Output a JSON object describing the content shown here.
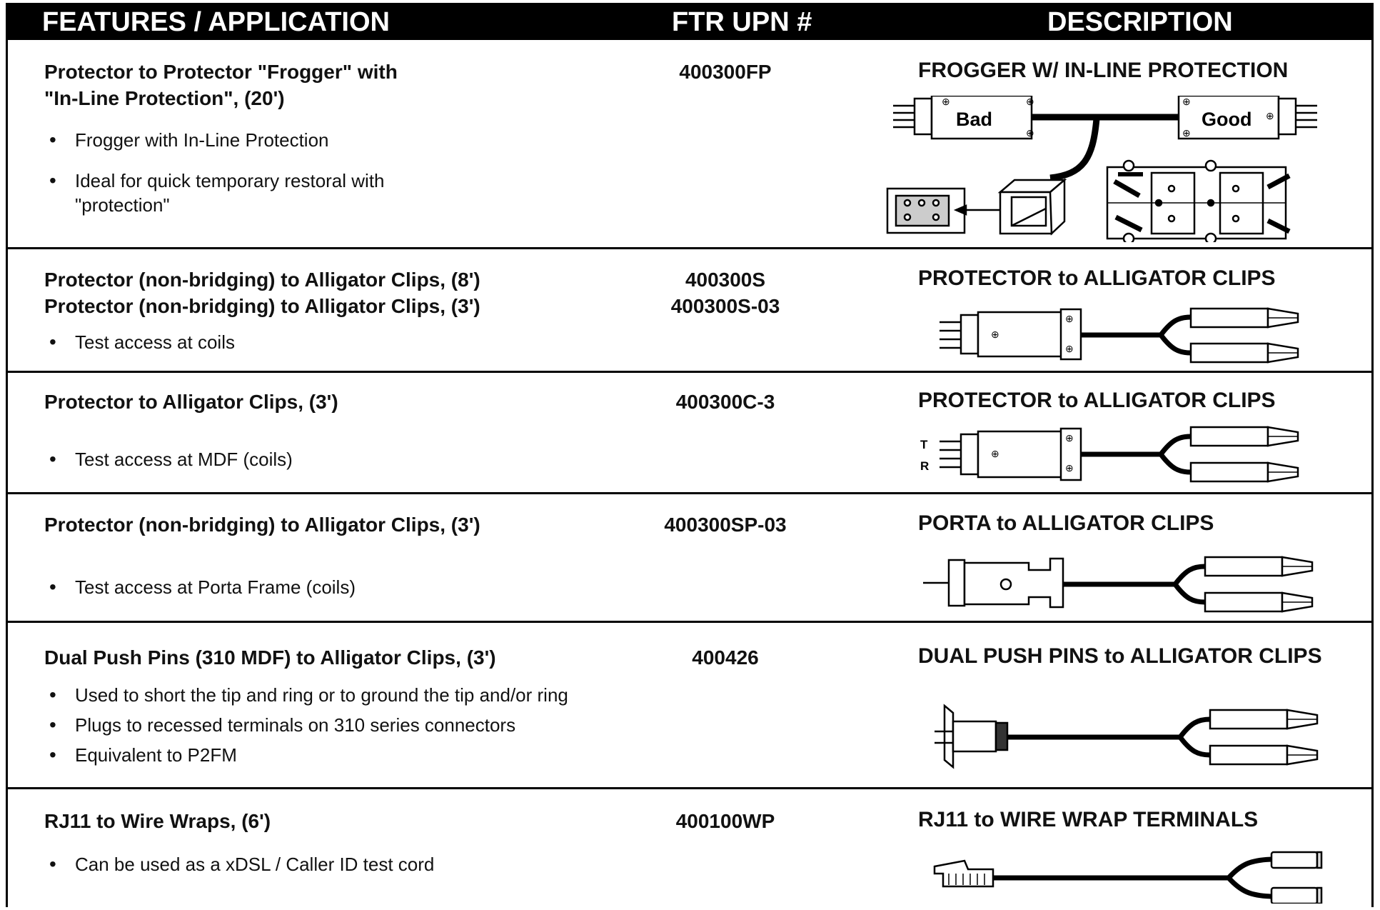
{
  "header": {
    "features": "FEATURES / APPLICATION",
    "upn": "FTR UPN #",
    "description": "DESCRIPTION"
  },
  "rows": [
    {
      "title": "Protector to Protector \"Frogger\" with\n\"In-Line Protection\", (20')",
      "bullets": [
        "Frogger with In-Line Protection",
        "Ideal for quick temporary restoral with\n\"protection\""
      ],
      "upn": "400300FP",
      "description": "FROGGER W/ IN-LINE PROTECTION",
      "illustration": {
        "labels": [
          "Bad",
          "Good"
        ]
      }
    },
    {
      "title": "Protector (non-bridging) to Alligator Clips, (8')\nProtector (non-bridging) to Alligator Clips, (3')",
      "bullets": [
        "Test access at coils"
      ],
      "upn": "400300S\n400300S-03",
      "description": "PROTECTOR to ALLIGATOR CLIPS"
    },
    {
      "title": "Protector to Alligator Clips, (3')",
      "bullets": [
        "Test access at MDF (coils)"
      ],
      "upn": "400300C-3",
      "description": "PROTECTOR to ALLIGATOR CLIPS",
      "illustration": {
        "labels": [
          "T",
          "R"
        ]
      }
    },
    {
      "title": "Protector (non-bridging) to Alligator Clips, (3')",
      "bullets": [
        "Test access at Porta Frame (coils)"
      ],
      "upn": "400300SP-03",
      "description": "PORTA to ALLIGATOR CLIPS"
    },
    {
      "title": "Dual Push Pins (310 MDF) to Alligator Clips, (3')",
      "bullets": [
        "Used to short the tip and ring or to ground the tip and/or ring",
        "Plugs to recessed terminals on 310 series connectors",
        "Equivalent to P2FM"
      ],
      "upn": "400426",
      "description": "DUAL PUSH PINS to ALLIGATOR CLIPS"
    },
    {
      "title": "RJ11 to Wire Wraps, (6')",
      "bullets": [
        "Can be used as a xDSL / Caller ID test cord"
      ],
      "upn": "400100WP",
      "description": "RJ11 to WIRE WRAP TERMINALS"
    }
  ]
}
